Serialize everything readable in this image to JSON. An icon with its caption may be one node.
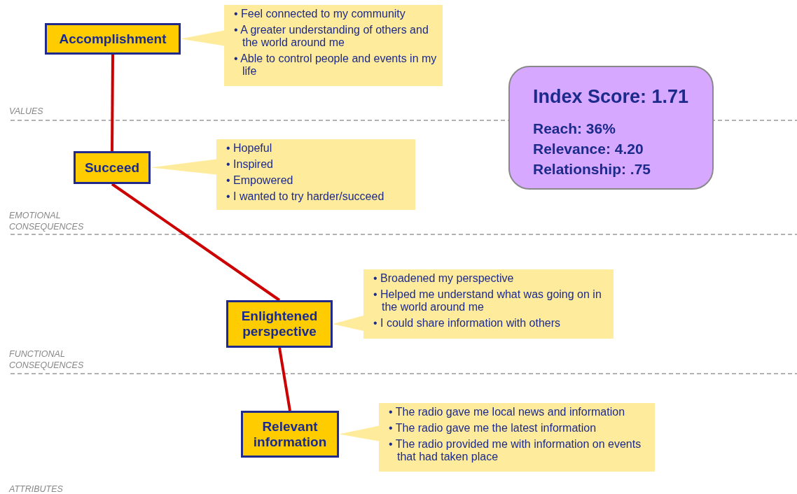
{
  "diagram": {
    "nodes": [
      {
        "text": [
          "Accomplishment"
        ]
      },
      {
        "text": [
          "• Feel connected to my community",
          "• A greater understanding of others and the world around me",
          "• Able to control people and events in my life"
        ]
      },
      {
        "text": [
          "Succeed"
        ]
      },
      {
        "text": [
          "• Hopeful",
          "• Inspired",
          "• Empowered",
          "• I wanted to try harder/succeed"
        ]
      },
      {
        "text": [
          "Index Score: 1.71",
          "Reach: 36%",
          "Relevance: 4.20",
          "Relationship: .75"
        ]
      },
      {
        "text": [
          "Enlightened perspective"
        ]
      },
      {
        "text": [
          "• Broadened my perspective",
          "• Helped me understand what was going on in the world around me",
          "• I could share information with others"
        ]
      },
      {
        "text": [
          "Relevant information"
        ]
      },
      {
        "text": [
          "• The radio gave me local news and information",
          "• The radio gave me the latest information",
          "• The radio provided me with information on events that had taken place"
        ]
      }
    ],
    "edges": [
      {
        "from": 0,
        "to": 2,
        "arrow": "none"
      },
      {
        "from": 2,
        "to": 5,
        "arrow": "none"
      },
      {
        "from": 5,
        "to": 7,
        "arrow": "none"
      },
      {
        "from": 1,
        "to": 0,
        "arrow": "to",
        "color": "#ffeb9c"
      },
      {
        "from": 3,
        "to": 2,
        "arrow": "to",
        "color": "#ffeb9c"
      },
      {
        "from": 6,
        "to": 5,
        "arrow": "to",
        "color": "#ffeb9c"
      },
      {
        "from": 8,
        "to": 7,
        "arrow": "to",
        "color": "#ffeb9c"
      }
    ],
    "labels": [
      "VALUES",
      "EMOTIONAL CONSEQUENCES",
      "FUNCTIONAL CONSEQUENCES",
      "ATTRIBUTES"
    ]
  }
}
